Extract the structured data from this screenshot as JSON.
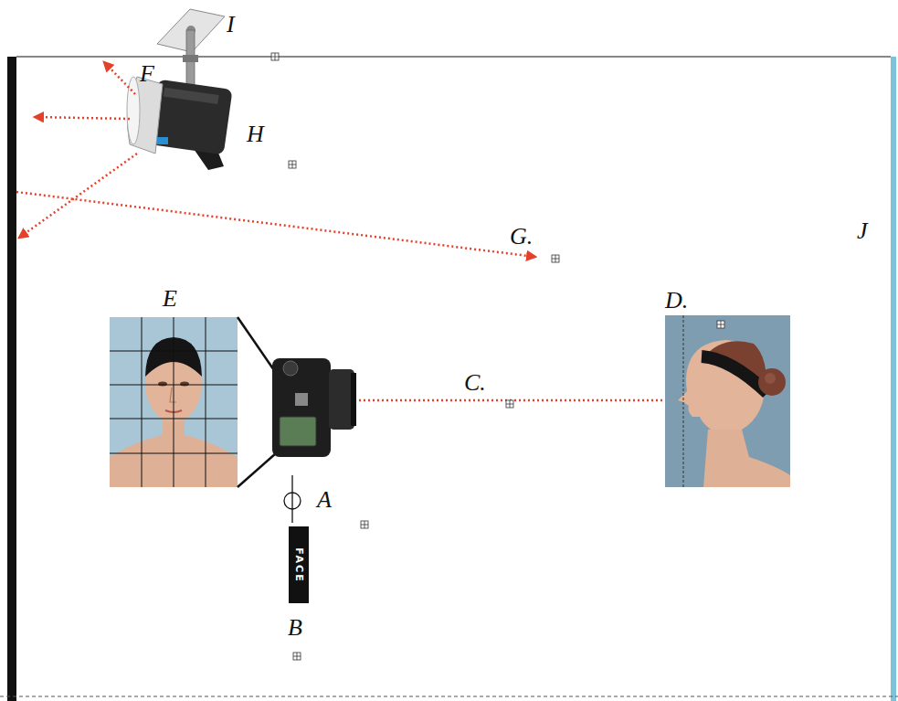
{
  "diagram": {
    "nodes": [
      {
        "text": [
          "FACE"
        ]
      }
    ],
    "labels": [
      "I",
      "F",
      "H",
      "G.",
      "J",
      "E",
      "D.",
      "C.",
      "A",
      "B"
    ]
  }
}
